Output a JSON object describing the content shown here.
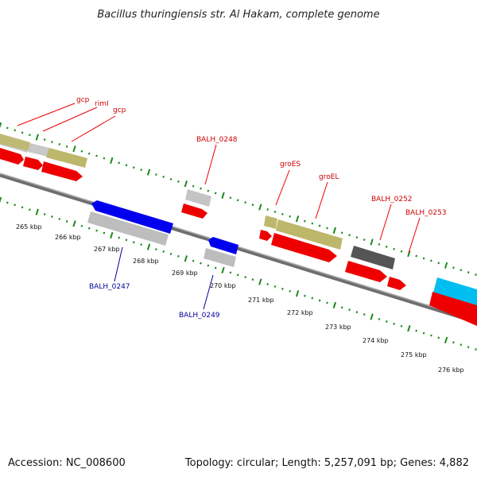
{
  "title": "Bacillus thuringiensis str. Al Hakam, complete genome",
  "footer": {
    "accession": "Accession: NC_008600",
    "topology": "Topology: circular; Length: 5,257,091 bp; Genes: 4,882"
  },
  "colors": {
    "forward_cds": "#ff0000",
    "reverse_cds": "#0000ee",
    "gene_grey": "#c0c0c0",
    "gene_olive": "#bdb76b",
    "gene_dark": "#555555",
    "gene_cyan": "#00ccff",
    "backbone": "#808080",
    "ticks": "#1a8a1a",
    "label_forward": "#cc0000",
    "label_reverse": "#000099"
  },
  "kbp_labels": [
    "265 kbp",
    "266 kbp",
    "267 kbp",
    "268 kbp",
    "269 kbp",
    "270 kbp",
    "271 kbp",
    "272 kbp",
    "273 kbp",
    "274 kbp",
    "275 kbp",
    "276 kbp"
  ],
  "gene_labels": {
    "forward": [
      "gcp",
      "rimI",
      "gcp",
      "BALH_0248",
      "groES",
      "groEL",
      "BALH_0252",
      "BALH_0253"
    ],
    "reverse": [
      "BALH_0247",
      "BALH_0249"
    ]
  }
}
